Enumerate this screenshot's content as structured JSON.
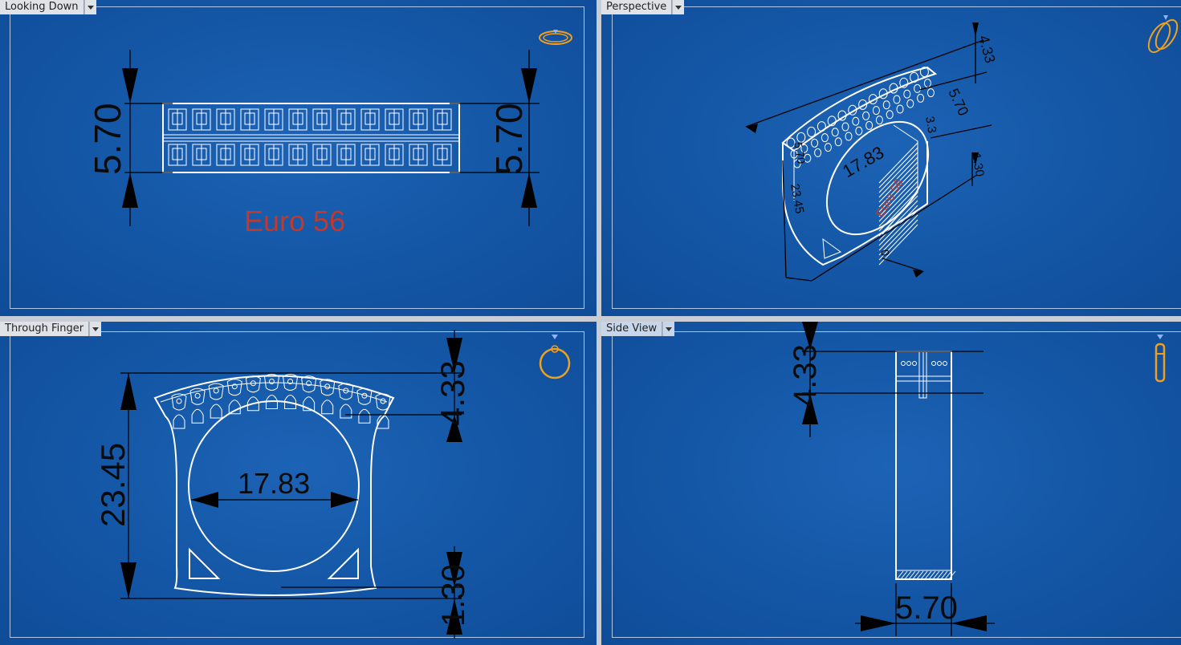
{
  "viewports": {
    "top_left": {
      "label": "Looking Down",
      "dims": {
        "left": "5.70",
        "right": "5.70"
      },
      "annotation": "Euro 56"
    },
    "top_right": {
      "label": "Perspective",
      "dims": {
        "a": "4.33",
        "b": "5.70",
        "c": "3.3",
        "d": "5.70",
        "e": "17.83",
        "f": "23.45",
        "g": "1.30",
        "h": "0",
        "annotation": "Euro 56"
      }
    },
    "bottom_left": {
      "label": "Through Finger",
      "dims": {
        "height": "23.45",
        "top": "4.33",
        "inner": "17.83",
        "bottom": "1.30"
      }
    },
    "bottom_right": {
      "label": "Side View",
      "dims": {
        "top": "4.33",
        "width": "5.70"
      }
    }
  },
  "colors": {
    "background": "#1558a8",
    "model": "#ffffff",
    "dimension": "#000000",
    "annotation": "#c0392b",
    "gizmo": "#f0a020"
  },
  "icons": {
    "gizmo": "ring-gizmo-icon",
    "dropdown": "chevron-down-icon"
  }
}
